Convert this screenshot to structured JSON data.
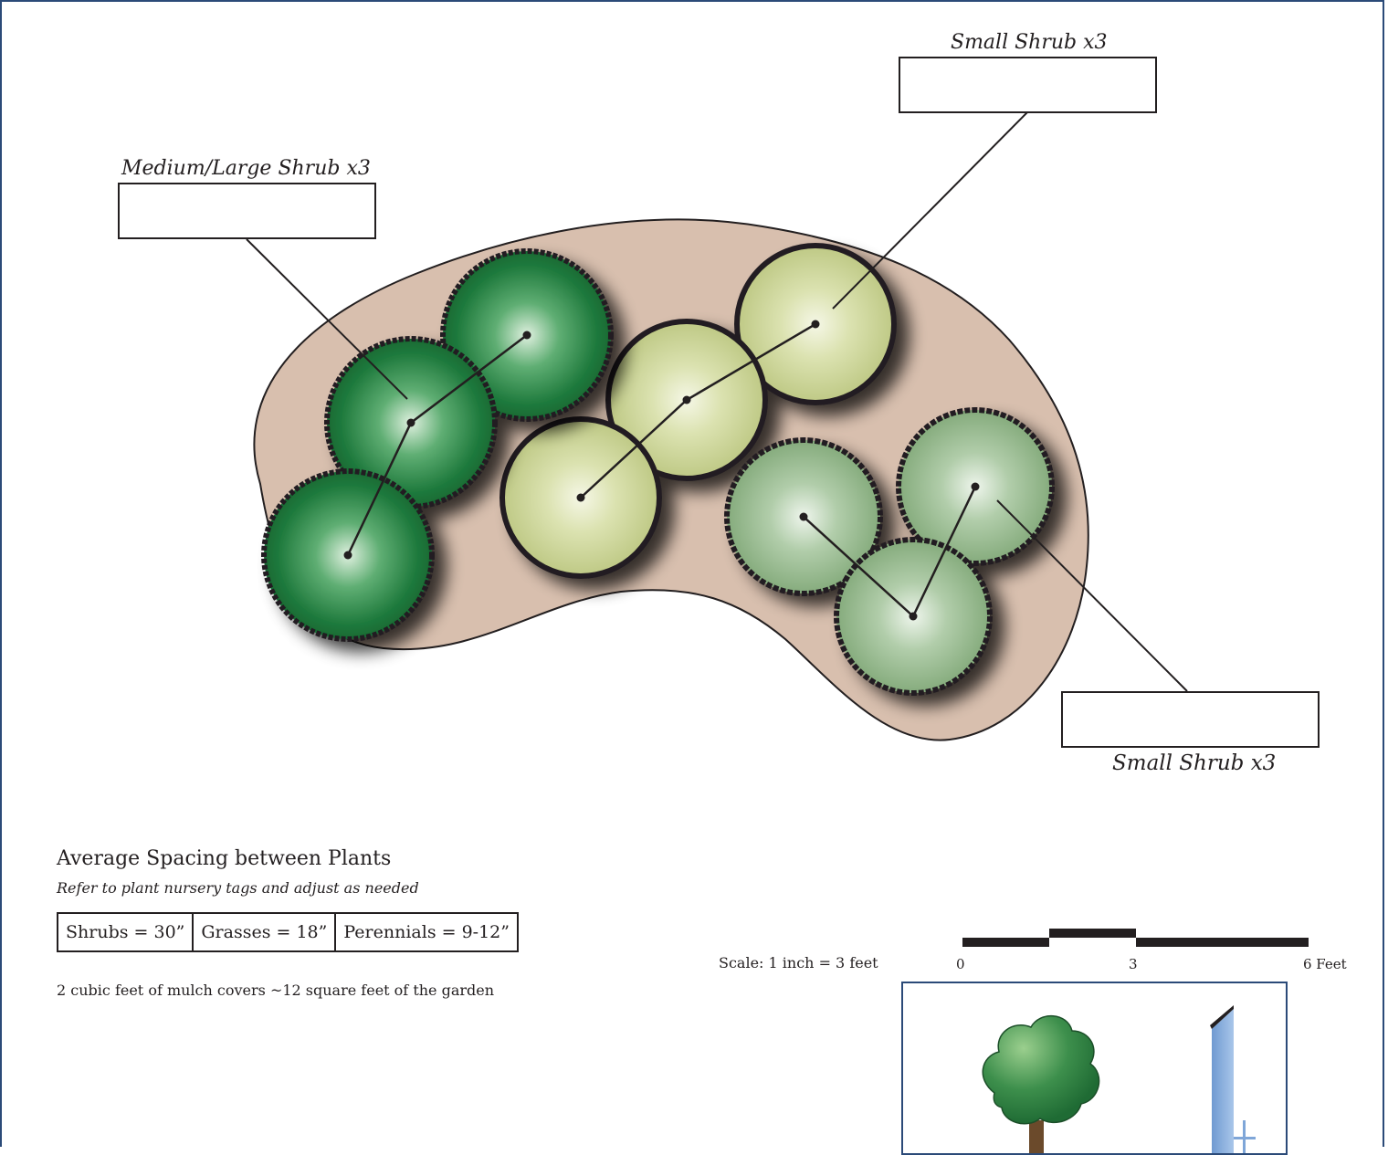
{
  "plan": {
    "labels": {
      "medium_large": "Medium/Large Shrub x3",
      "small_top": "Small Shrub x3",
      "small_bottom": "Small Shrub x3"
    },
    "colors": {
      "bed": "#d8bfae",
      "dark_shrub": "#1f7a3d",
      "yellow_shrub": "#c4ce8a",
      "sage_shrub": "#86ad7d",
      "border": "#2b4a78"
    }
  },
  "spacing": {
    "title": "Average Spacing between Plants",
    "note": "Refer to plant nursery tags and adjust as needed",
    "cells": [
      "Shrubs = 30”",
      "Grasses = 18”",
      "Perennials = 9-12”"
    ]
  },
  "mulch_note": "2 cubic feet of mulch covers ~12 square feet of the garden",
  "scale": {
    "text": "Scale: 1 inch = 3 feet",
    "ticks": [
      "0",
      "3",
      "6 Feet"
    ]
  }
}
